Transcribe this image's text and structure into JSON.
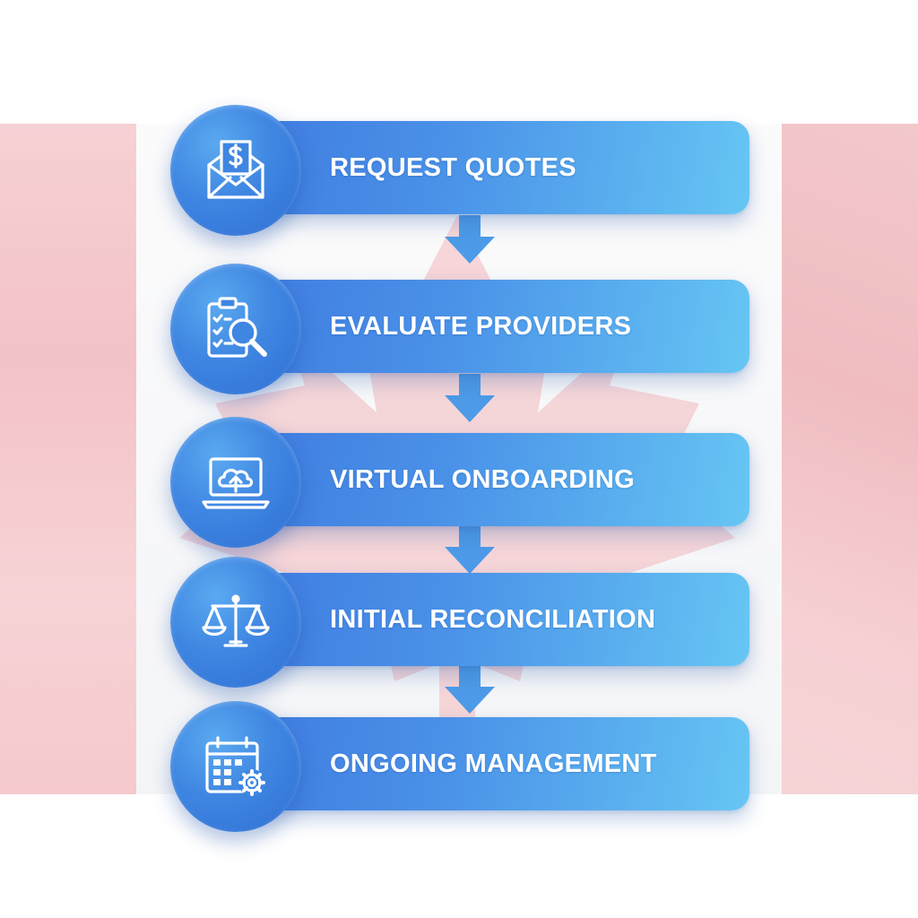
{
  "steps": [
    {
      "label": "REQUEST QUOTES",
      "icon": "envelope-dollar-icon"
    },
    {
      "label": "EVALUATE PROVIDERS",
      "icon": "clipboard-magnifier-icon"
    },
    {
      "label": "VIRTUAL ONBOARDING",
      "icon": "laptop-cloud-upload-icon"
    },
    {
      "label": "INITIAL RECONCILIATION",
      "icon": "balance-scale-icon"
    },
    {
      "label": "ONGOING MANAGEMENT",
      "icon": "calendar-gear-icon"
    }
  ],
  "colors": {
    "bar_start": "#3f7ce0",
    "bar_end": "#67c6f3",
    "circle": "#3f86e2",
    "connector": "#4d9be8",
    "flag_red": "#f3c2c6",
    "maple_leaf": "#f4c9cc"
  }
}
